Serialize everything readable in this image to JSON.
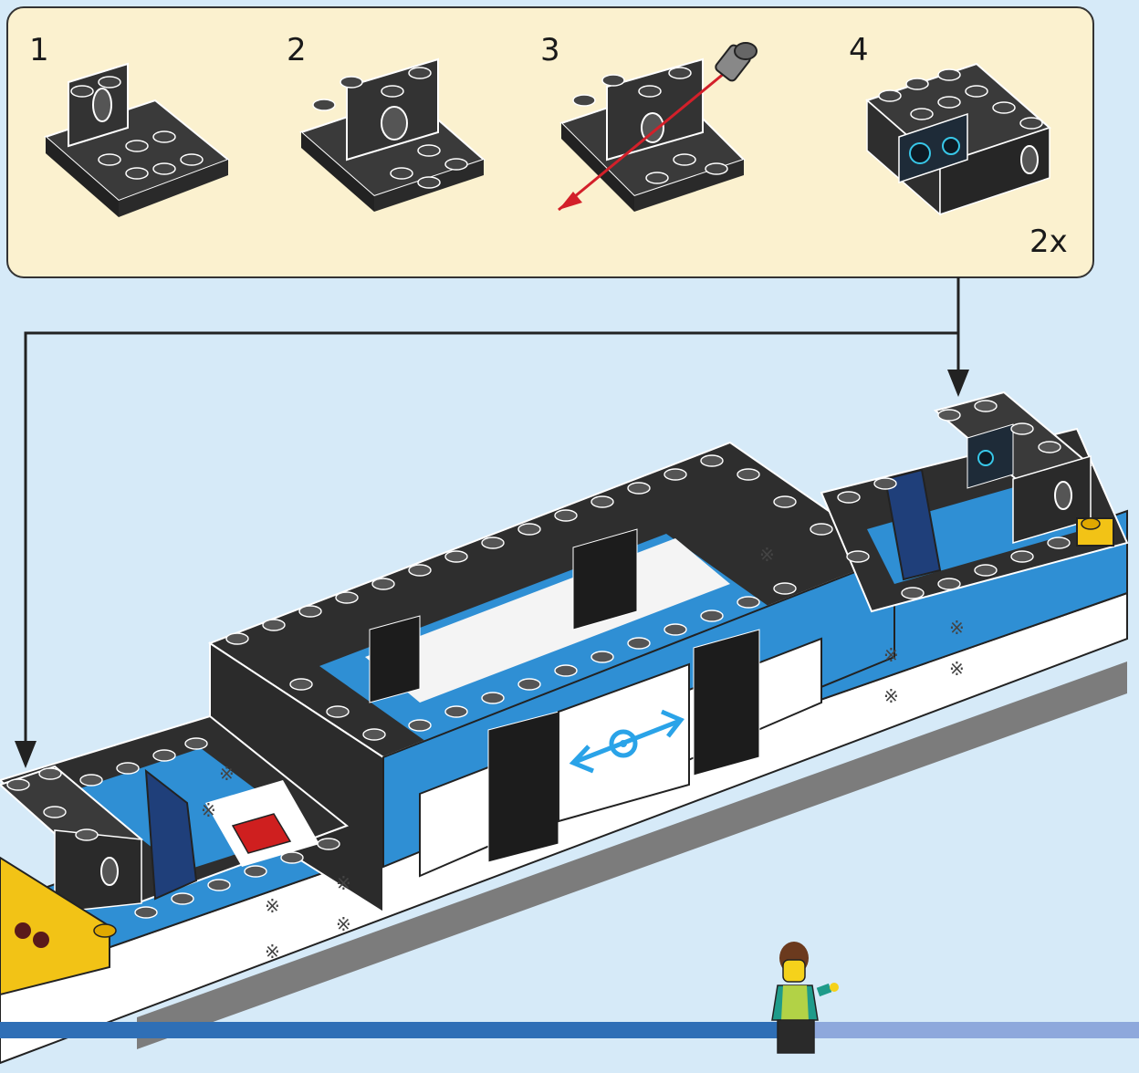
{
  "callout": {
    "steps": [
      {
        "number": "1",
        "description": "bracket-brick"
      },
      {
        "number": "2",
        "description": "bracket-brick-with-1x2-technic-brick"
      },
      {
        "number": "3",
        "description": "insert-pin-through-hole"
      },
      {
        "number": "4",
        "description": "add-printed-dashboard-tile"
      }
    ],
    "multiplier": "2x"
  },
  "colors": {
    "callout_bg": "#fbf1cf",
    "scene_bg": "#d6eaf8",
    "brick_dark": "#2f2f2f",
    "train_blue": "#2f8fd4",
    "train_white": "#ffffff",
    "arrow_red": "#d3202a",
    "sign_blue": "#2aa3e8",
    "rail_blue": "#2f6fb6"
  },
  "icons": [
    "brick-icon",
    "pin-icon",
    "dashboard-icon",
    "train-logo-icon",
    "minifigure-icon"
  ]
}
